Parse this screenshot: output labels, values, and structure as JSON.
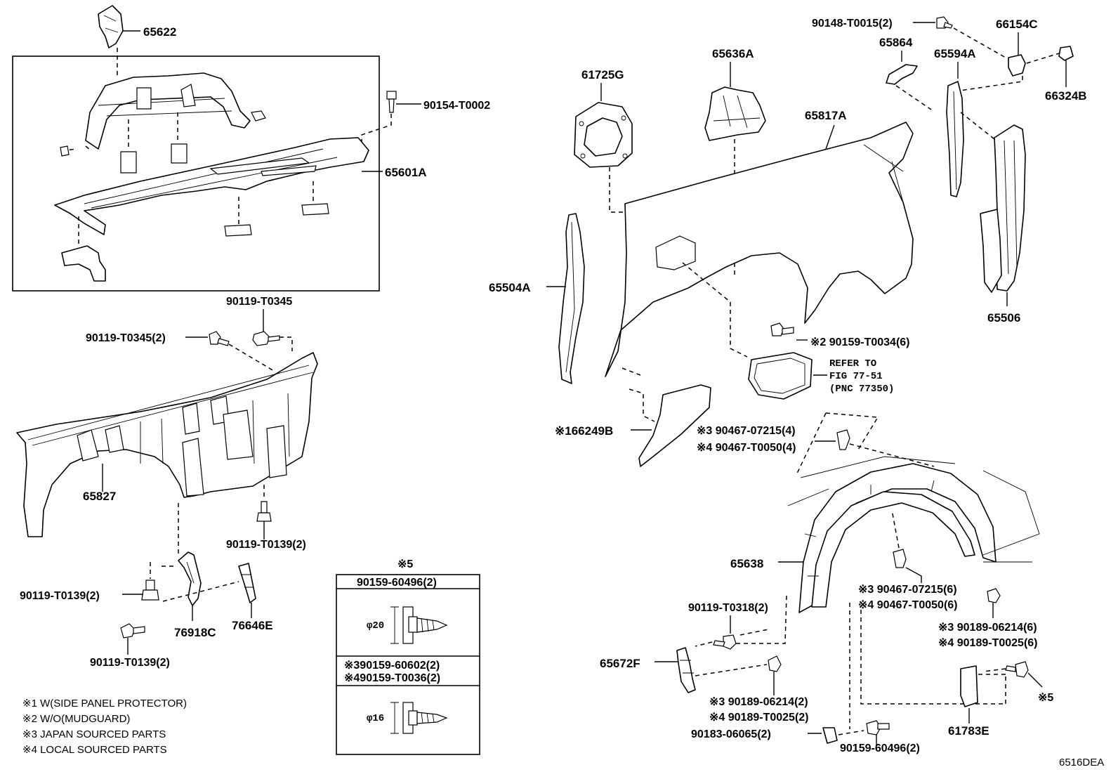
{
  "labels": {
    "p65622": "65622",
    "p90154_T0002": "90154-T0002",
    "p65601A": "65601A",
    "p90119_T0345": "90119-T0345",
    "p90119_T0345_2": "90119-T0345(2)",
    "p65827": "65827",
    "p90119_T0139_2a": "90119-T0139(2)",
    "p90119_T0139_2b": "90119-T0139(2)",
    "p90119_T0139_2c": "90119-T0139(2)",
    "p76918C": "76918C",
    "p76646E": "76646E",
    "p61725G": "61725G",
    "p65636A": "65636A",
    "p65817A": "65817A",
    "p65504A": "65504A",
    "p66249B": "※166249B",
    "p90148": "90148-T0015(2)",
    "p65864": "65864",
    "p66154C": "66154C",
    "p65594A": "65594A",
    "p66324B": "66324B",
    "p65506": "65506",
    "p90159_T0034": "※2 90159-T0034(6)",
    "refer_1": "REFER TO",
    "refer_2": "FIG 77-51",
    "refer_3": "(PNC 77350)",
    "clip_top_3": "※3 90467-07215(4)",
    "clip_top_4": "※4 90467-T0050(4)",
    "p65638": "65638",
    "clip_mid_3": "※3 90467-07215(6)",
    "clip_mid_4": "※4 90467-T0050(6)",
    "p90189_3a": "※3 90189-06214(6)",
    "p90189_4a": "※4 90189-T0025(6)",
    "p90119_T0318": "90119-T0318(2)",
    "p65672F": "65672F",
    "p90189_3b": "※3 90189-06214(2)",
    "p90189_4b": "※4 90189-T0025(2)",
    "p90183": "90183-06065(2)",
    "p90159_60496": "90159-60496(2)",
    "p61783E": "61783E",
    "p_note5": "※5"
  },
  "inset": {
    "title": "※5",
    "row1_part": "90159-60496(2)",
    "row1_dim": "φ20",
    "row2_part_3": "※390159-60602(2)",
    "row2_part_4": "※490159-T0036(2)",
    "row2_dim": "φ16"
  },
  "legend": [
    "※1 W(SIDE PANEL PROTECTOR)",
    "※2 W/O(MUDGUARD)",
    "※3 JAPAN SOURCED PARTS",
    "※4 LOCAL SOURCED PARTS"
  ],
  "figure_code": "6516DEA"
}
